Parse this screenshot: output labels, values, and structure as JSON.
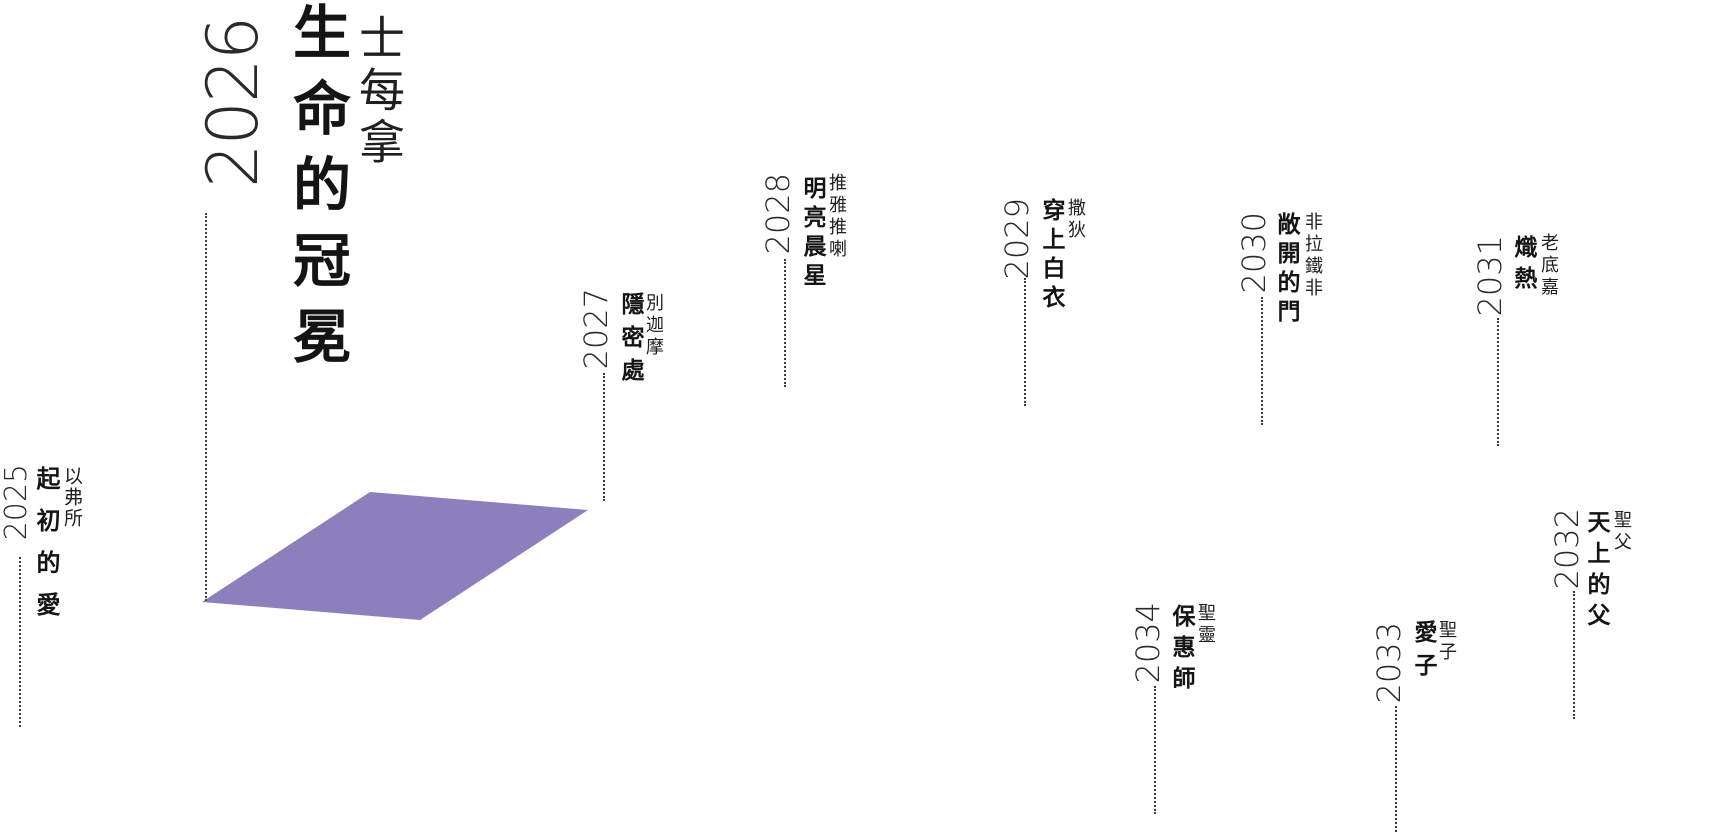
{
  "accent_color": "#8b80bc",
  "featured": {
    "year": "2026",
    "title": "生命的冠冕",
    "subtitle": "士每拿"
  },
  "timeline": [
    {
      "year": "2025",
      "title": "起初的愛",
      "subtitle": "以弗所"
    },
    {
      "year": "2027",
      "title": "隱密處",
      "subtitle": "別迦摩"
    },
    {
      "year": "2028",
      "title": "明亮晨星",
      "subtitle": "推雅推喇"
    },
    {
      "year": "2029",
      "title": "穿上白衣",
      "subtitle": "撒狄"
    },
    {
      "year": "2030",
      "title": "敞開的門",
      "subtitle": "非拉鐵非"
    },
    {
      "year": "2031",
      "title": "熾熱",
      "subtitle": "老底嘉"
    },
    {
      "year": "2032",
      "title": "天上的父",
      "subtitle": "聖父"
    },
    {
      "year": "2033",
      "title": "愛子",
      "subtitle": "聖子"
    },
    {
      "year": "2034",
      "title": "保惠師",
      "subtitle": "聖靈"
    }
  ]
}
